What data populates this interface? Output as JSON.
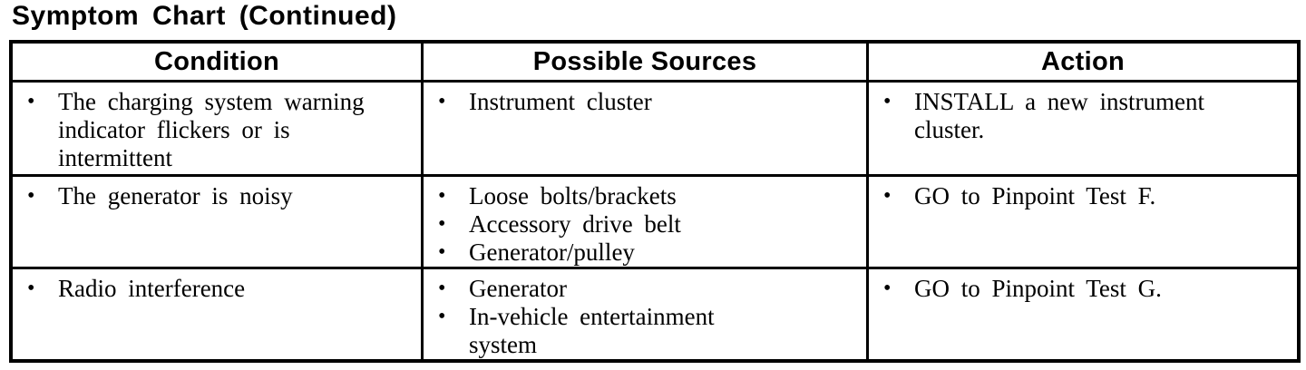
{
  "title": "Symptom Chart (Continued)",
  "bullet_glyph": "•",
  "table": {
    "headers": [
      "Condition",
      "Possible Sources",
      "Action"
    ],
    "rows": [
      {
        "cells": [
          [
            "The charging system warning\nindicator flickers or is\nintermittent"
          ],
          [
            "Instrument cluster"
          ],
          [
            "INSTALL a new instrument\ncluster."
          ]
        ]
      },
      {
        "cells": [
          [
            "The generator is noisy"
          ],
          [
            "Loose bolts/brackets",
            "Accessory drive belt",
            "Generator/pulley"
          ],
          [
            "GO to Pinpoint Test F."
          ]
        ]
      },
      {
        "cells": [
          [
            "Radio interference"
          ],
          [
            "Generator",
            "In-vehicle entertainment\nsystem"
          ],
          [
            "GO to Pinpoint Test G."
          ]
        ]
      }
    ]
  },
  "colors": {
    "ink": "#000000",
    "paper": "#ffffff"
  }
}
